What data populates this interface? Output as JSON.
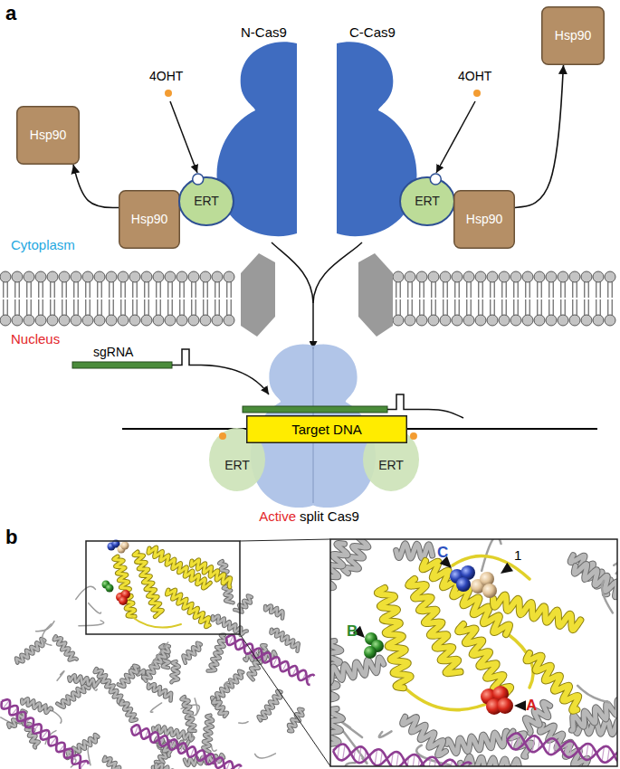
{
  "diagram": {
    "nodes": [
      {
        "text": [
          "Hsp90"
        ]
      },
      {
        "text": [
          "Hsp90"
        ]
      },
      {
        "text": [
          "ERT"
        ]
      },
      {
        "text": [
          "ERT"
        ]
      },
      {
        "text": [
          "Hsp90"
        ]
      },
      {
        "text": [
          "Hsp90"
        ]
      },
      {
        "text": [
          "Target DNA"
        ]
      },
      {
        "text": [
          "ERT"
        ]
      },
      {
        "text": [
          "ERT"
        ]
      }
    ],
    "edges": [
      {
        "from": 1,
        "to": 0,
        "arrow": "to"
      },
      {
        "from": 4,
        "to": 5,
        "arrow": "to"
      }
    ],
    "labels": [
      "a",
      "4OHT",
      "4OHT",
      "N-Cas9",
      "C-Cas9",
      "Cytoplasm",
      "Nucleus",
      "sgRNA",
      "Active",
      "split Cas9",
      "b",
      "C",
      "1",
      "B",
      "A"
    ]
  }
}
